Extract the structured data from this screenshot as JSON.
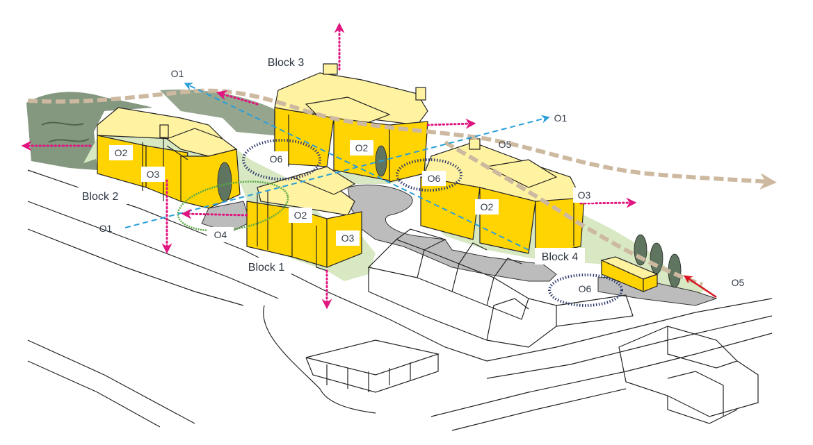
{
  "colors": {
    "building": "#ffd400",
    "roof": "#fff2a0",
    "green": "#d7e8c2",
    "trees": "#5f7560",
    "road": "#bcbcbc",
    "pink": "#e0157f",
    "blue": "#2a9fd8",
    "tan": "#cdb9a0",
    "navy": "#2e3a6e",
    "green_ring": "#5aa845",
    "red": "#d9141e",
    "label_bg": "#ffffff"
  },
  "blocks": {
    "block1": "Block 1",
    "block2": "Block 2",
    "block3": "Block 3",
    "block4": "Block 4"
  },
  "markers": {
    "o1_top": "O1",
    "o1_right": "O1",
    "o1_left": "O1",
    "o2_block2": "O2",
    "o2_block1": "O2",
    "o2_block3": "O2",
    "o2_block4": "O2",
    "o3_block2": "O3",
    "o3_block1": "O3",
    "o3_block4": "O3",
    "o4": "O4",
    "o5_top": "O5",
    "o5_bottom": "O5",
    "o6_left": "O6",
    "o6_center": "O6",
    "o6_bottom": "O6"
  }
}
